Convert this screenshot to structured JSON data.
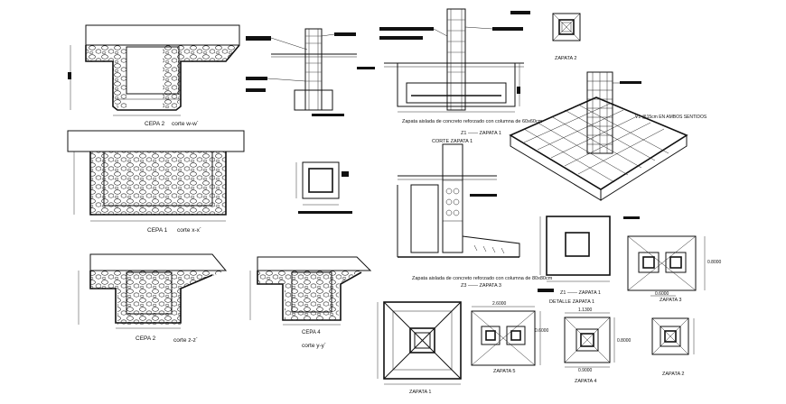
{
  "labels": {
    "cepa2_top": "CEPA 2",
    "corte_ww": "corte w-w´",
    "cepa1": "CEPA 1",
    "corte_xx": "corte x-x´",
    "cepa2_bot": "CEPA 2",
    "corte_zz": "corte z-z´",
    "cepa4": "CEPA 4",
    "corte_yy": "corte y-y´",
    "zapata2_top": "ZAPATA 2",
    "zapata_aislada_1": "Zapata aislada de concreto reforzado con columna de 60x60cm",
    "z1_zapata1": "Z1 —— ZAPATA 1",
    "corte_zapata1": "CORTE ZAPATA 1",
    "varilla_note": "V1 @15cm EN AMBOS SENTIDOS",
    "zapata_aislada_3": "Zapata aislada de concreto reforzado con columna de 80x80cm",
    "z3_zapata3": "Z3 —— ZAPATA 3",
    "z1_detalle": "Z1 —— ZAPATA 1",
    "detalle_zapata1": "DETALLE ZAPATA 1",
    "zapata3": "ZAPATA 3",
    "zapata1_bot": "ZAPATA 1",
    "zapata5": "ZAPATA 5",
    "zapata4": "ZAPATA 4",
    "zapata2_bot": "ZAPATA 2"
  },
  "dimensions": {
    "z3_top": "0.6000",
    "z3_side": "0.8000",
    "z5_top": "2.6000",
    "z5_side": "0.6000",
    "z4_top": "1.1300",
    "z4_side": "0.8000",
    "z4_bot": "0.9000"
  }
}
